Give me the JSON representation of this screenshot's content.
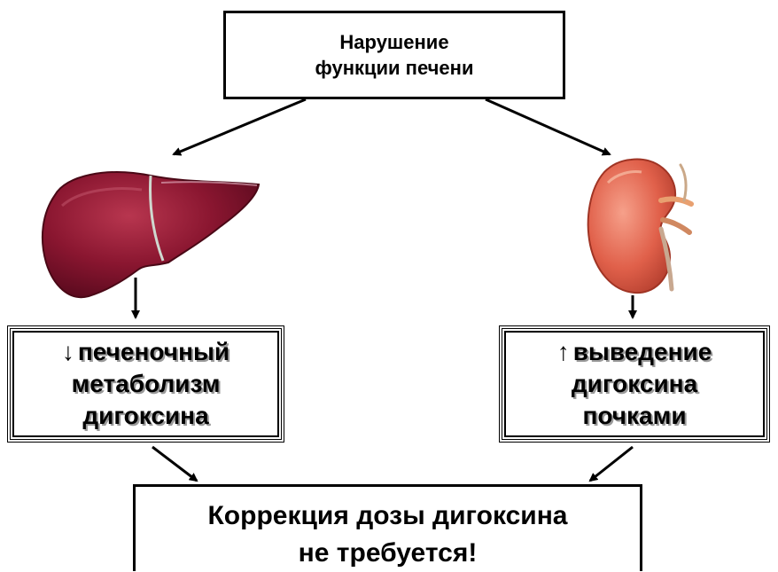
{
  "top_box": {
    "line1": "Нарушение",
    "line2": "функции печени"
  },
  "left_box": {
    "arrow": "↓",
    "line1": "печеночный",
    "line2": "метаболизм",
    "line3": "дигоксина"
  },
  "right_box": {
    "arrow": "↑",
    "line1": "выведение",
    "line2": "дигоксина",
    "line3": "почками"
  },
  "bottom_box": {
    "line1": "Коррекция дозы дигоксина",
    "line2": "не требуется!"
  },
  "illustrations": {
    "left": "liver-icon",
    "right": "kidney-icon"
  },
  "colors": {
    "liver": "#8a1630",
    "kidney": "#e0604a",
    "border": "#000000"
  }
}
